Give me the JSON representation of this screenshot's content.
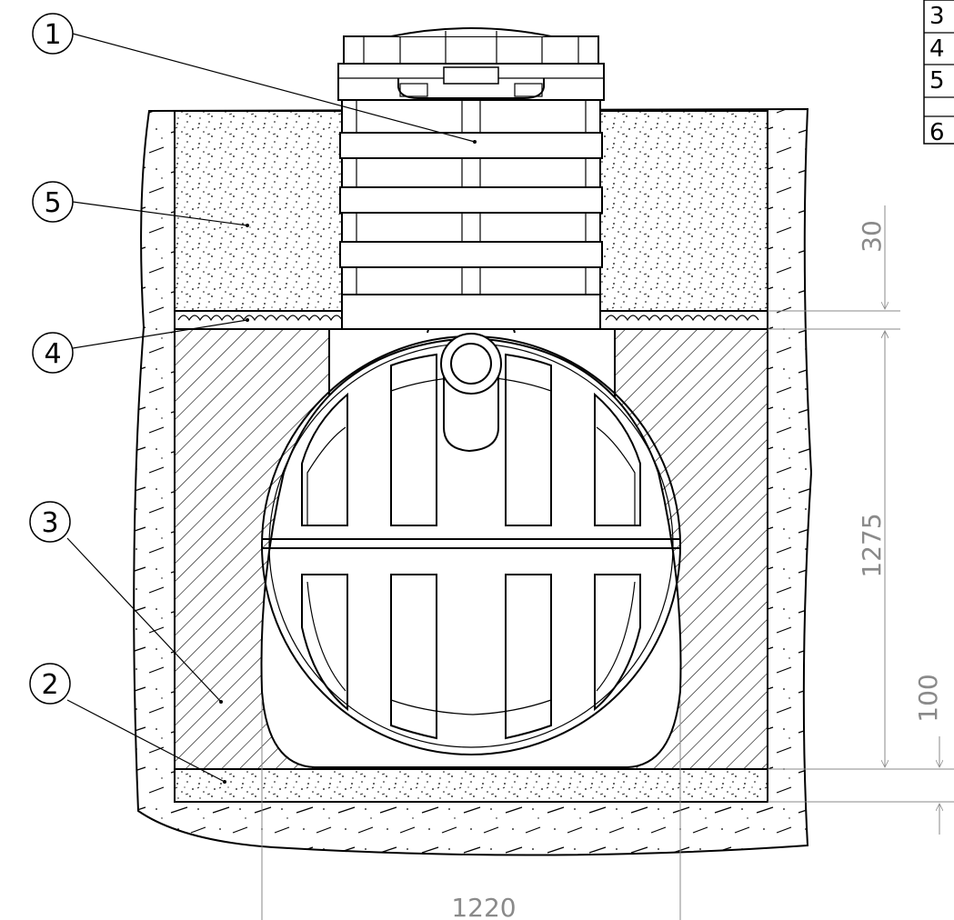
{
  "callouts": [
    {
      "label": "1"
    },
    {
      "label": "5"
    },
    {
      "label": "4"
    },
    {
      "label": "3"
    },
    {
      "label": "2"
    }
  ],
  "dimensions": {
    "width": "1220",
    "gap_top": "30",
    "tank_height": "1275",
    "base_bed": "100"
  },
  "table_rows": [
    "3",
    "4",
    "5",
    "6"
  ],
  "colors": {
    "line": "#000000",
    "dimension": "#8a8a8a"
  }
}
